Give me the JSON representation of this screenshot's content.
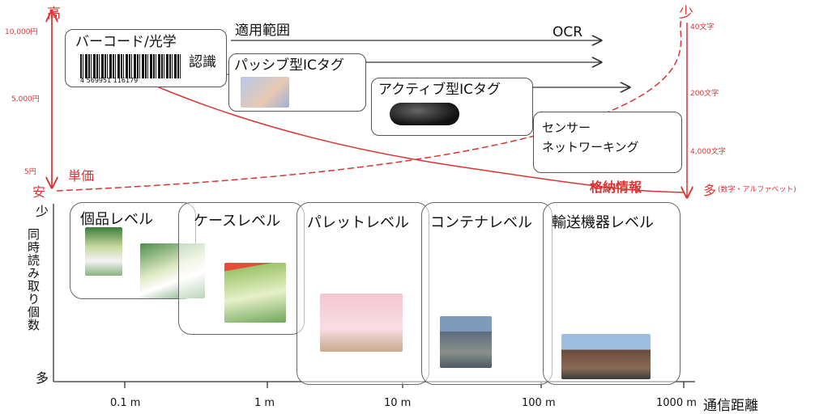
{
  "top_left_axis": {
    "high": "高",
    "low": "安",
    "price_10000": "10,000円",
    "price_5000": "5,000円",
    "price_5": "5円",
    "unit_price": "単価"
  },
  "top_right_axis": {
    "few": "少",
    "chars_1": "40文字",
    "chars_2": "200文字",
    "chars_3": "4,000文字",
    "many": "多",
    "many_note": "(数字・アルファベット)",
    "storage": "格納情報"
  },
  "tech": {
    "applicable_range": "適用範囲",
    "ocr": "OCR",
    "barcode_line1": "バーコード/光学",
    "barcode_line2": "認識",
    "barcode_digits": "4 569951 116179",
    "passive": "パッシブ型ICタグ",
    "active": "アクティブ型ICタグ",
    "sensor_line1": "センサー",
    "sensor_line2": "ネットワーキング"
  },
  "levels": [
    {
      "label": "個品レベル"
    },
    {
      "label": "ケースレベル"
    },
    {
      "label": "パレットレベル"
    },
    {
      "label": "コンテナレベル"
    },
    {
      "label": "輸送機器レベル"
    }
  ],
  "bottom_axis": {
    "y_title": "同時読み取り個数",
    "few": "少",
    "many": "多",
    "ticks": [
      "0.1 m",
      "1 m",
      "10 m",
      "100 m",
      "1000 m"
    ],
    "x_title": "通信距離"
  },
  "colors": {
    "accent_red": "#d33333",
    "line": "#333333"
  }
}
